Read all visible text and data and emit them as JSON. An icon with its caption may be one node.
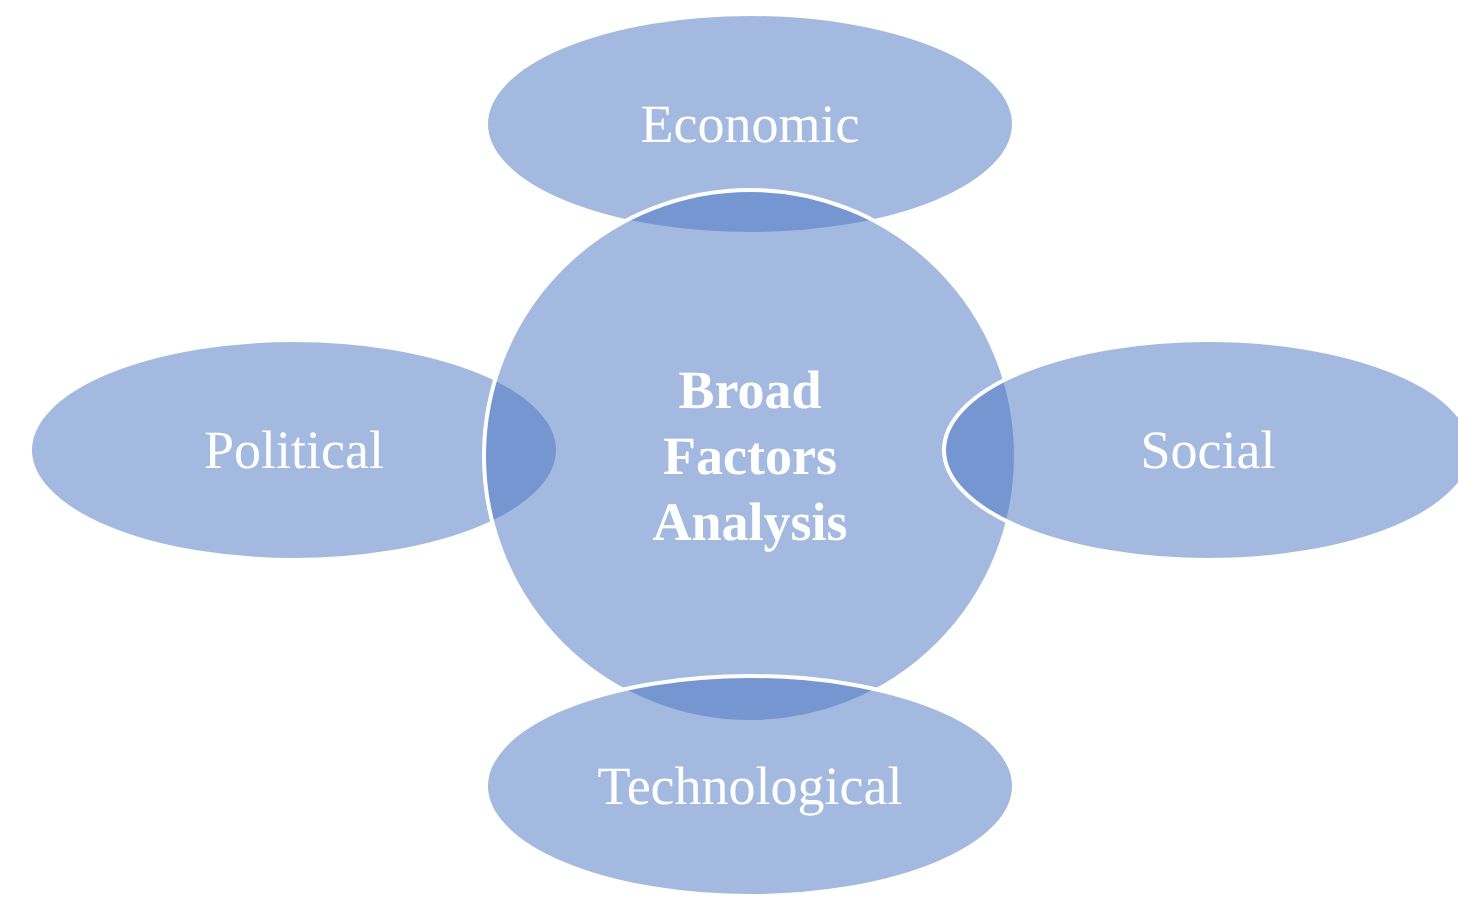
{
  "diagram": {
    "nodes": [
      {
        "text": [
          "Economic"
        ]
      },
      {
        "text": [
          "Political"
        ]
      },
      {
        "text": [
          "Broad Factors Analysis"
        ]
      },
      {
        "text": [
          "Social"
        ]
      },
      {
        "text": [
          "Technological"
        ]
      }
    ],
    "edges": []
  }
}
